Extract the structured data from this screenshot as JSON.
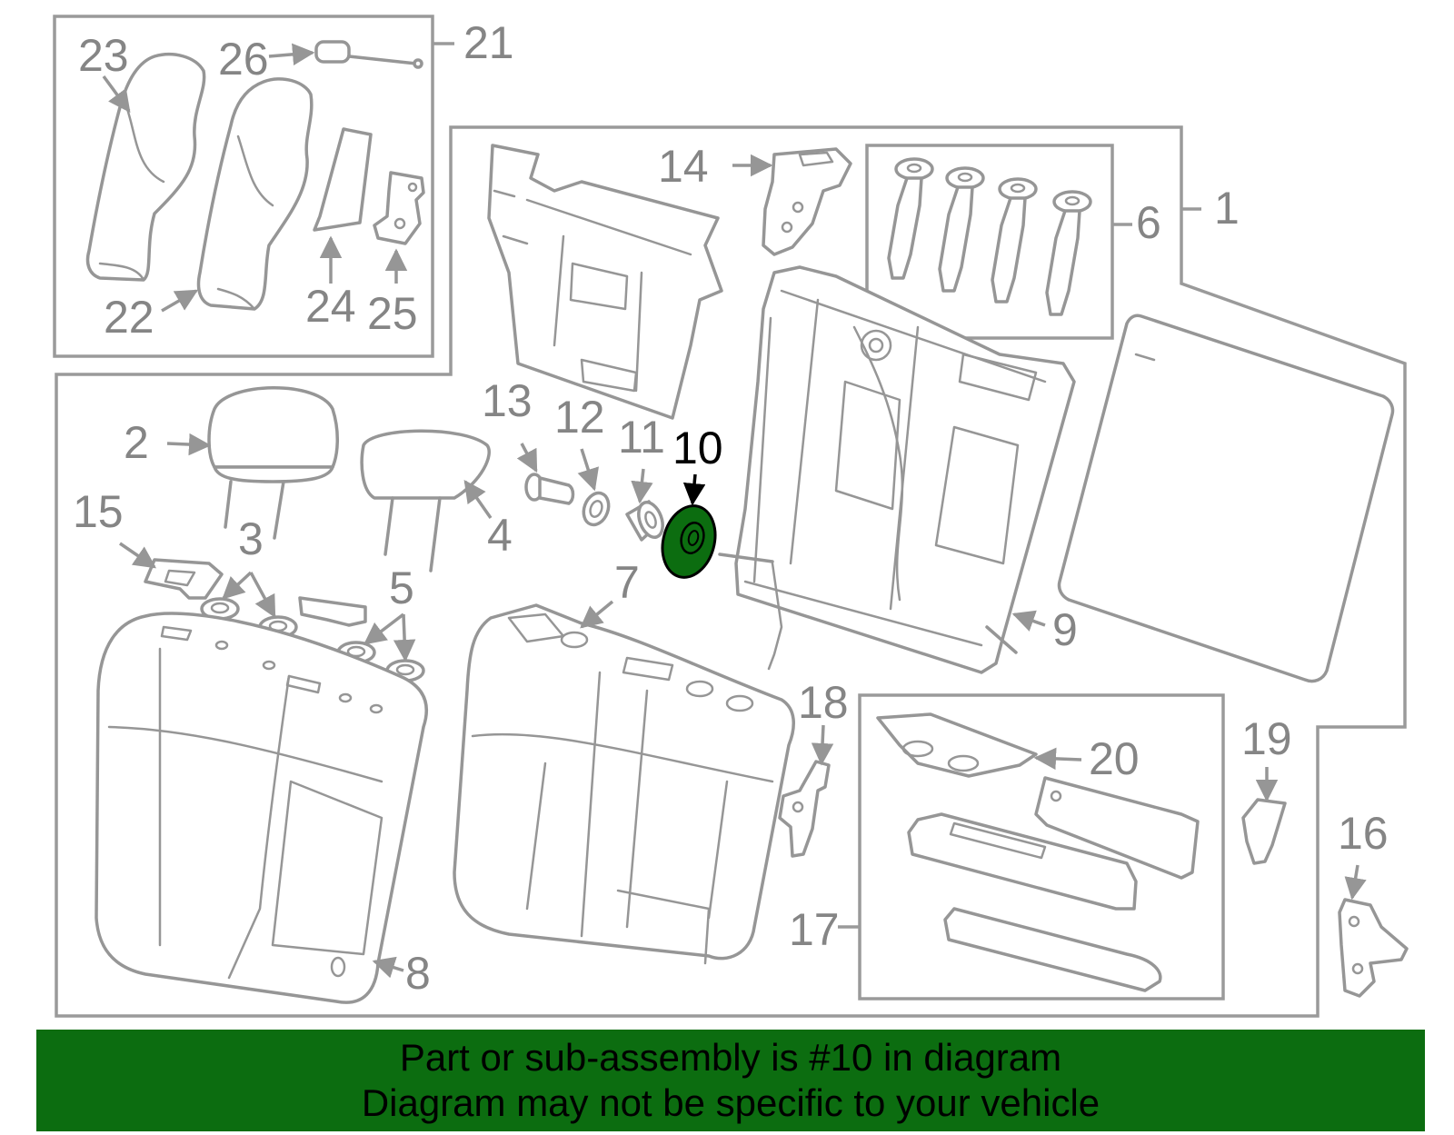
{
  "callouts": [
    "1",
    "2",
    "3",
    "4",
    "5",
    "6",
    "7",
    "8",
    "9",
    "10",
    "11",
    "12",
    "13",
    "14",
    "15",
    "16",
    "17",
    "18",
    "19",
    "20",
    "21",
    "22",
    "23",
    "24",
    "25",
    "26"
  ],
  "highlighted_callout": "10",
  "highlight_color": "#0c6d10",
  "banner": {
    "line1": "Part or sub-assembly is #10 in diagram",
    "line2": "Diagram may not be specific to your vehicle",
    "background": "#0c6d10"
  }
}
